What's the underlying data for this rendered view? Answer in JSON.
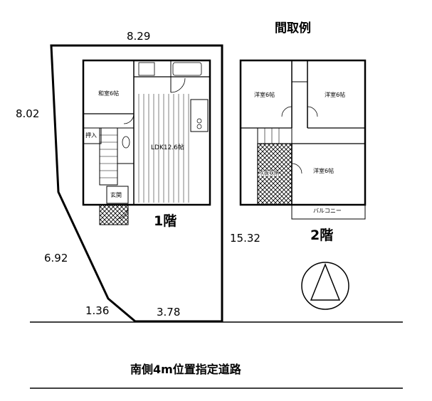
{
  "title": "間取例",
  "site": {
    "dims": [
      "8.29",
      "8.02",
      "6.92",
      "1.36",
      "3.78",
      "15.32"
    ]
  },
  "floor1": {
    "label": "1階",
    "rooms": [
      "和室6帖",
      "LDK12.6帖",
      "押入",
      "玄関"
    ]
  },
  "floor2": {
    "label": "2階",
    "rooms": [
      "洋室6帖",
      "洋室6帖",
      "洋室6帖",
      "吹抜収納",
      "バルコニー"
    ]
  },
  "road": {
    "label": "南側4m位置指定道路"
  }
}
